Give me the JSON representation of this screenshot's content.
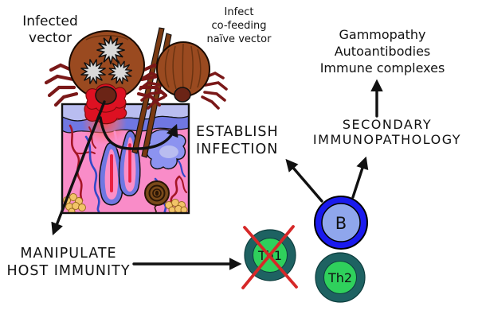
{
  "labels": {
    "infected_vector": "Infected\nvector",
    "infect_cofeeding": "Infect\nco-feeding\nnaïve vector",
    "outcomes": "Gammopathy\nAutoantibodies\nImmune complexes",
    "secondary_immunopathology": "SECONDARY\nIMMUNOPATHOLOGY",
    "establish_infection": "ESTABLISH\nINFECTION",
    "manipulate_host_immunity": "MANIPULATE\nHOST IMMUNITY"
  },
  "cells": {
    "b_cell": {
      "label": "B",
      "ring": "#1a1aee",
      "fill": "#8fa6ec"
    },
    "th1": {
      "label": "Th1",
      "ring": "#1e6262",
      "fill": "#2fd05c",
      "crossed_out": true
    },
    "th2": {
      "label": "Th2",
      "ring": "#1e6262",
      "fill": "#2fd05c",
      "crossed_out": false
    }
  },
  "colors": {
    "arrow": "#111111",
    "cross": "#d62828",
    "tick_body": "#9a4a20",
    "tick_legs": "#7a1818",
    "pathogen_star": "#d9d9d9",
    "skin_dermis": "#f98cc8",
    "skin_epidermis_light": "#b9bdf0",
    "skin_epidermis_deep": "#7077e2",
    "inflammation": "#dd1122",
    "background": "#ffffff"
  }
}
